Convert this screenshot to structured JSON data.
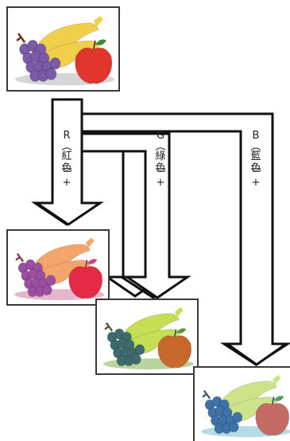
{
  "channels": [
    {
      "letter": "R",
      "name_chars": [
        "紅",
        "色"
      ],
      "suffix": "+"
    },
    {
      "letter": "G",
      "name_chars": [
        "綠",
        "色"
      ],
      "suffix": "+"
    },
    {
      "letter": "B",
      "name_chars": [
        "藍",
        "色"
      ],
      "suffix": "+"
    }
  ],
  "palettes": {
    "original": {
      "grape": "#7b5aa8",
      "banana": "#f1cf4b",
      "apple": "#e0342c",
      "stem": "#6b3a2a",
      "leaf": "#3f8a2f",
      "shadow": "#d6d6d6"
    },
    "red": {
      "grape": "#9a4fa0",
      "banana": "#f4a66a",
      "apple": "#e42a45",
      "stem": "#8a3a55",
      "leaf": "#d6417a",
      "shadow": "#e6b6cc"
    },
    "green": {
      "grape": "#3e6b6e",
      "banana": "#c5df55",
      "apple": "#c8682a",
      "stem": "#4b5a3a",
      "leaf": "#5c9a3f",
      "shadow": "#b9d49c"
    },
    "blue": {
      "grape": "#3f72a8",
      "banana": "#cde38a",
      "apple": "#c36a64",
      "stem": "#4a5a70",
      "leaf": "#4f9c6c",
      "shadow": "#b6dbe6"
    }
  },
  "colors": {
    "frame": "#3a3a3a",
    "arrow_stroke": "#111111",
    "arrow_fill": "#ffffff"
  }
}
